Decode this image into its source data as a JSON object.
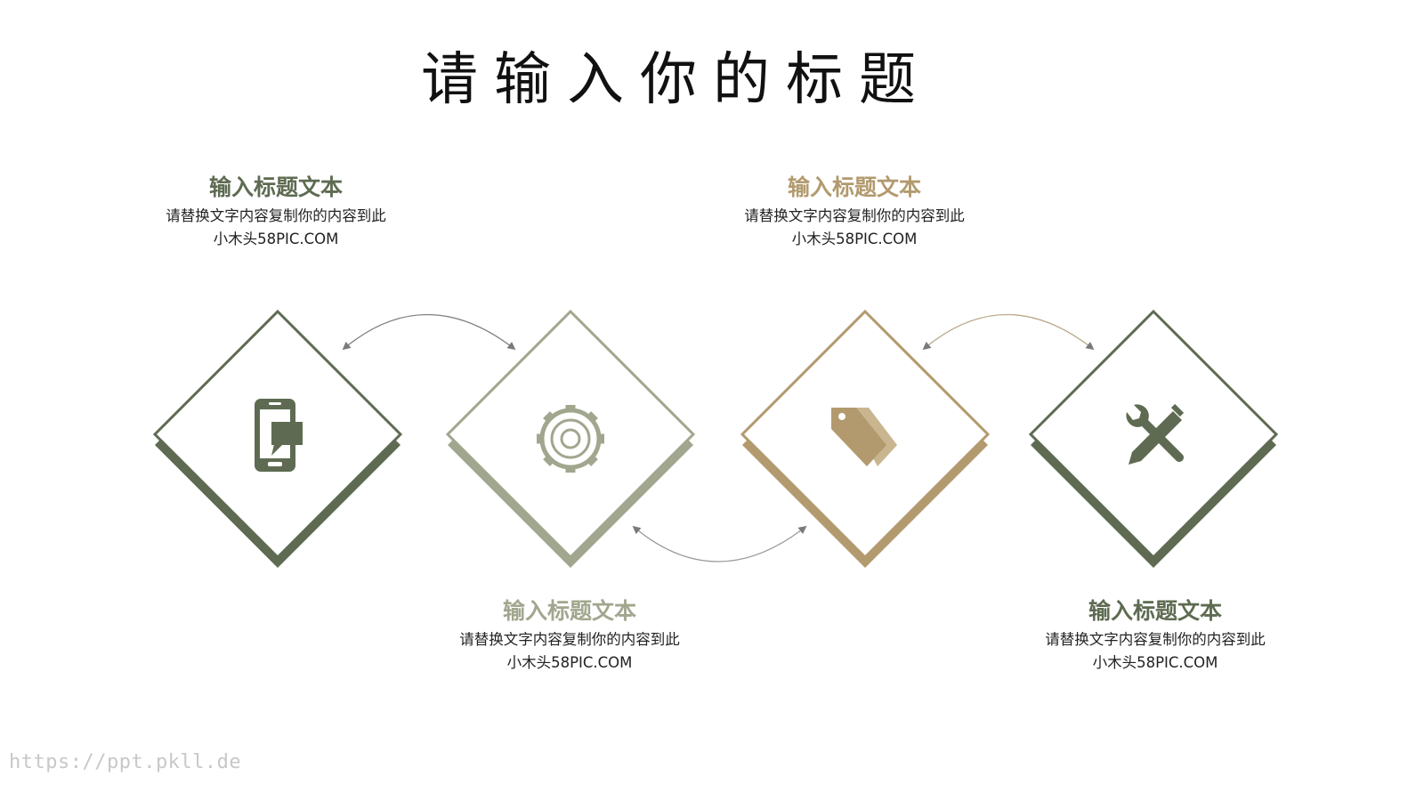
{
  "title": "请输入你的标题",
  "colors": {
    "green_dark": "#5e6b52",
    "green_light": "#a1a78e",
    "gold": "#b29a6e",
    "arrow": "#8a8a8a"
  },
  "items": [
    {
      "heading": "输入标题文本",
      "line1": "请替换文字内容复制你的内容到此",
      "line2": "小木头58PIC.COM",
      "icon": "smartphone-chat-icon",
      "color": "#5e6b52"
    },
    {
      "heading": "输入标题文本",
      "line1": "请替换文字内容复制你的内容到此",
      "line2": "小木头58PIC.COM",
      "icon": "gear-icon",
      "color": "#a1a78e"
    },
    {
      "heading": "输入标题文本",
      "line1": "请替换文字内容复制你的内容到此",
      "line2": "小木头58PIC.COM",
      "icon": "price-tags-icon",
      "color": "#b29a6e"
    },
    {
      "heading": "输入标题文本",
      "line1": "请替换文字内容复制你的内容到此",
      "line2": "小木头58PIC.COM",
      "icon": "tools-icon",
      "color": "#5e6b52"
    }
  ],
  "watermark": "https://ppt.pkll.de"
}
